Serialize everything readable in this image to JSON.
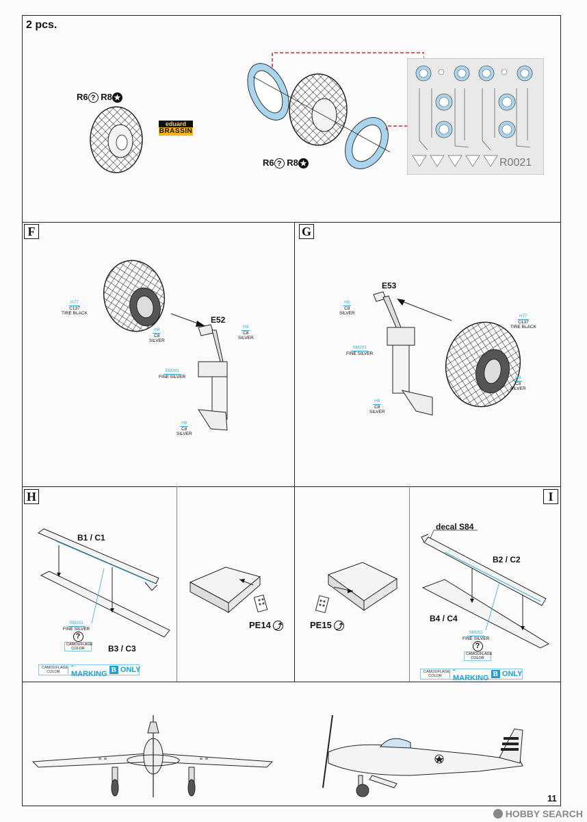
{
  "header": {
    "quantity": "2 pcs."
  },
  "wheel_section": {
    "variant_left": {
      "r6": "R6",
      "r8": "R8"
    },
    "variant_right": {
      "r6": "R6",
      "r8": "R8"
    },
    "brassin_top": "eduard",
    "brassin_bottom": "BRASSIN",
    "mask_code": "R0021"
  },
  "section_f": {
    "letter": "F",
    "part": "E52",
    "paints": [
      {
        "code": "H77",
        "name": "C137",
        "desc": "TIRE BLACK"
      },
      {
        "code": "H8",
        "name": "C8",
        "desc": "SILVER"
      },
      {
        "code": "H8",
        "name": "C8",
        "desc": "SILVER"
      },
      {
        "code": "SM201",
        "name": "FINE SILVER",
        "desc": ""
      },
      {
        "code": "H8",
        "name": "C8",
        "desc": "SILVER"
      }
    ]
  },
  "section_g": {
    "letter": "G",
    "part": "E53",
    "paints": [
      {
        "code": "H8",
        "name": "C8",
        "desc": "SILVER"
      },
      {
        "code": "H77",
        "name": "C137",
        "desc": "TIRE BLACK"
      },
      {
        "code": "SM201",
        "name": "FINE SILVER",
        "desc": ""
      },
      {
        "code": "H8",
        "name": "C8",
        "desc": "SILVER"
      },
      {
        "code": "H8",
        "name": "C8",
        "desc": "SILVER"
      }
    ]
  },
  "section_h": {
    "letter": "H",
    "top_part": "B1 / C1",
    "bottom_part": "B3 / C3",
    "paint": {
      "code": "SM201",
      "name": "FINE SILVER"
    },
    "camo": "CAMOUFLAGE COLOR",
    "marking_small": "CAMOUFLAGE COLOR",
    "marking_text": "- MARKING",
    "marking_letter": "B",
    "marking_only": "ONLY"
  },
  "pe14": {
    "label": "PE14"
  },
  "pe15": {
    "label": "PE15"
  },
  "section_i": {
    "letter": "I",
    "decal": "decal S84",
    "top_part": "B2 / C2",
    "bottom_part": "B4 / C4",
    "paint": {
      "code": "SM201",
      "name": "FINE SILVER"
    },
    "camo": "CAMOUFLAGE COLOR",
    "marking_small": "CAMOUFLAGE COLOR",
    "marking_text": "- MARKING",
    "marking_letter": "B",
    "marking_only": "ONLY"
  },
  "footer": {
    "page_number": "11",
    "watermark": "HOBBY SEARCH"
  },
  "colors": {
    "paint_code": "#3aa9d9",
    "mask_blue": "#a9d6ee",
    "leader_red": "#e02020",
    "marking_blue": "#1e9fd8"
  }
}
